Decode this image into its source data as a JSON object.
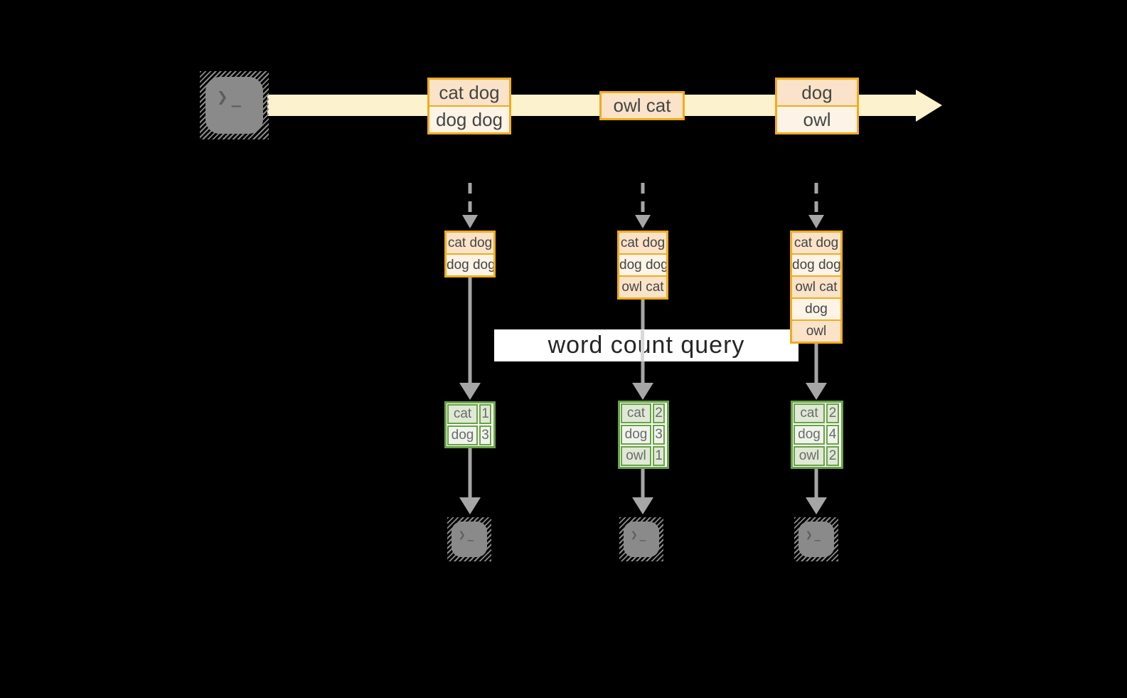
{
  "query_label": "word count query",
  "stream": {
    "batches": [
      {
        "records": [
          "cat dog",
          "dog dog"
        ]
      },
      {
        "records": [
          "owl cat"
        ]
      },
      {
        "records": [
          "dog",
          "owl"
        ]
      }
    ]
  },
  "micro_batches": [
    {
      "input_records": [
        "cat dog",
        "dog dog"
      ],
      "result_rows": [
        {
          "word": "cat",
          "count": "1"
        },
        {
          "word": "dog",
          "count": "3"
        }
      ]
    },
    {
      "input_records": [
        "cat dog",
        "dog dog",
        "owl cat"
      ],
      "result_rows": [
        {
          "word": "cat",
          "count": "2"
        },
        {
          "word": "dog",
          "count": "3"
        },
        {
          "word": "owl",
          "count": "1"
        }
      ]
    },
    {
      "input_records": [
        "cat dog",
        "dog dog",
        "owl cat",
        "dog",
        "owl"
      ],
      "result_rows": [
        {
          "word": "cat",
          "count": "2"
        },
        {
          "word": "dog",
          "count": "4"
        },
        {
          "word": "owl",
          "count": "2"
        }
      ]
    }
  ],
  "icons": {
    "terminal_chevron": "❯",
    "terminal_underscore": "_"
  },
  "colors": {
    "background": "#000000",
    "stream_band": "#FCF2CE",
    "record_border": "#F0AC1D",
    "record_fill_dark": "#FAE3C8",
    "record_fill_light": "#FDF3E6",
    "record_text": "#4C4C4C",
    "table_border": "#68A344",
    "table_cell_dark": "#DFE9D5",
    "table_cell_light": "#F0F5EC",
    "table_text": "#6B6B6B",
    "connector_gray": "#A6A6A6",
    "terminal_gray": "#8A8A8A",
    "query_band_bg": "#FFFFFF",
    "query_text": "#262626"
  }
}
